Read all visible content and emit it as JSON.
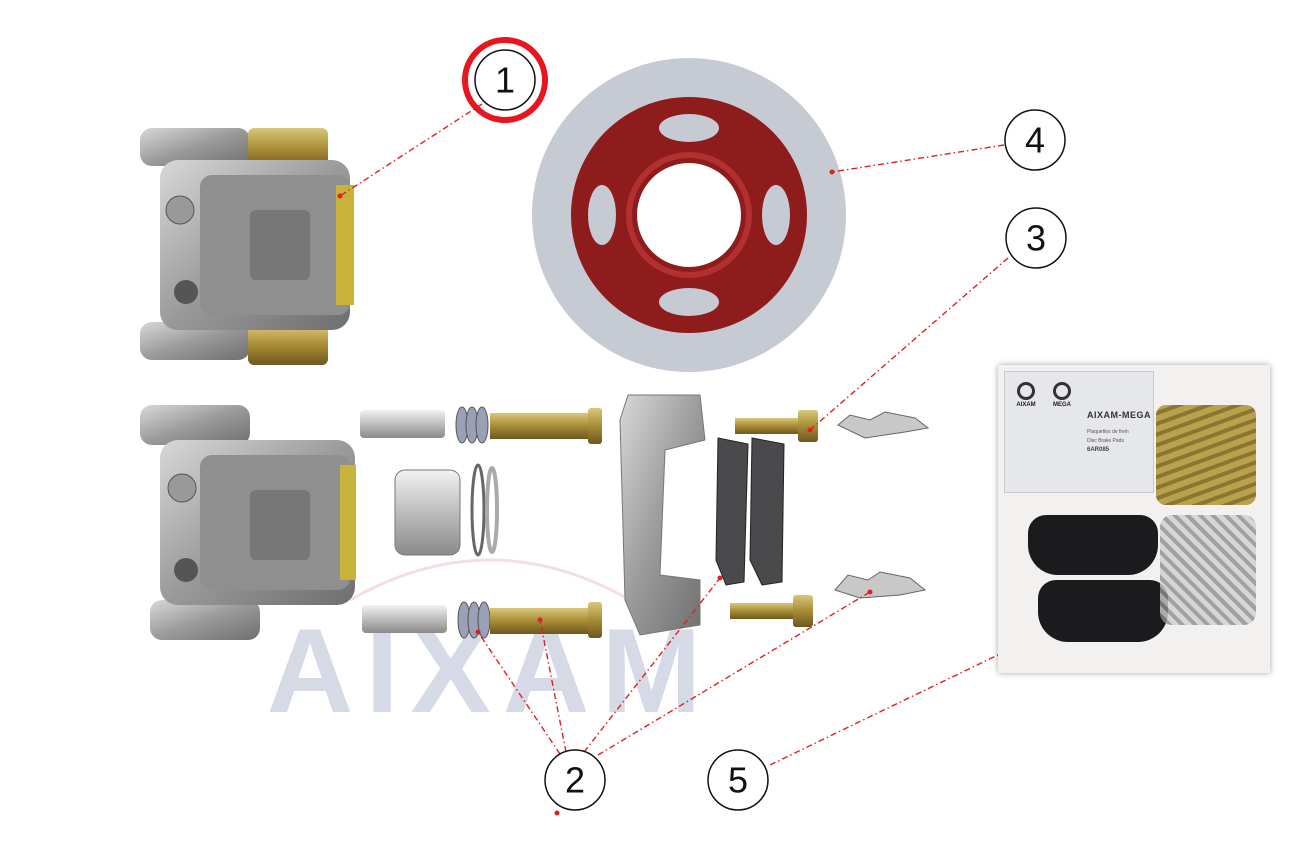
{
  "diagram": {
    "watermark": "AIXAM",
    "callouts": [
      {
        "number": "1",
        "highlighted": true
      },
      {
        "number": "2",
        "highlighted": false
      },
      {
        "number": "3",
        "highlighted": false
      },
      {
        "number": "4",
        "highlighted": false
      },
      {
        "number": "5",
        "highlighted": false
      }
    ],
    "colors": {
      "leader": "#e02020",
      "highlight": "#e8141e",
      "disc": "#c9cdd6",
      "hub": "#8e1c1c",
      "pins": "#b39a45"
    },
    "photo": {
      "brand": "AIXAM-MEGA",
      "logo_left": "AIXAM",
      "logo_right": "MEGA",
      "line1": "Plaquettes de frein",
      "line2": "Disc Brake Pads",
      "ref": "6AR085"
    }
  }
}
